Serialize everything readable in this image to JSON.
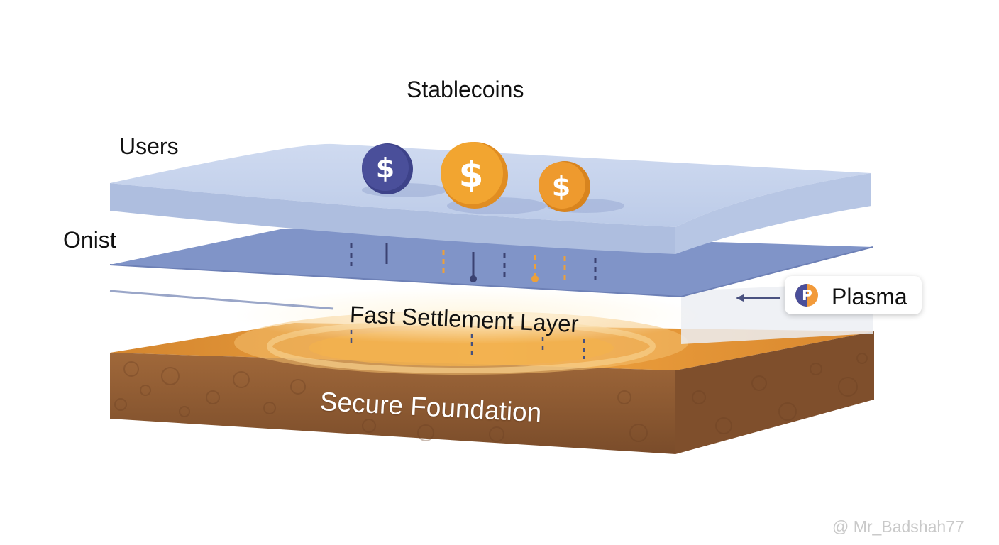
{
  "labels": {
    "title": "Stablecoins",
    "users": "Users",
    "onist": "Onist",
    "settlement": "Fast Settlement Layer",
    "foundation": "Secure Foundation"
  },
  "badge": {
    "label": "Plasma",
    "icon_letter": "P"
  },
  "coins": [
    {
      "symbol": "$",
      "color": "#4a4f9a"
    },
    {
      "symbol": "$",
      "color": "#f2a530"
    },
    {
      "symbol": "$",
      "color": "#ee9a2e"
    }
  ],
  "watermark": "@ Mr_Badshah77",
  "colors": {
    "top_layer": "#c9d6ee",
    "middle_layer": "#7f93c6",
    "foundation_top": "#e08f33",
    "foundation_side": "#8c5a32",
    "coin_navy": "#4a4f9a",
    "coin_orange": "#f2a530"
  }
}
